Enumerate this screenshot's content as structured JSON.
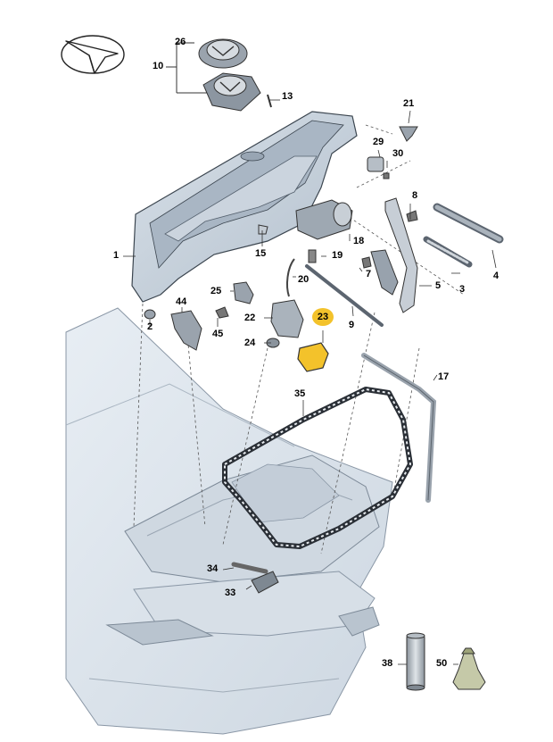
{
  "labels": {
    "p1": "1",
    "p2": "2",
    "p3": "3",
    "p4": "4",
    "p5": "5",
    "p7": "7",
    "p8": "8",
    "p9": "9",
    "p10": "10",
    "p13": "13",
    "p15": "15",
    "p17": "17",
    "p18": "18",
    "p19": "19",
    "p20": "20",
    "p21": "21",
    "p22": "22",
    "p23": "23",
    "p24": "24",
    "p25": "25",
    "p26": "26",
    "p29": "29",
    "p30": "30",
    "p33": "33",
    "p34": "34",
    "p35": "35",
    "p38": "38",
    "p44": "44",
    "p45": "45",
    "p50": "50"
  },
  "highlight": {
    "part": "23",
    "color": "#f3c22b"
  },
  "colors": {
    "car_body": "#dfe6ee",
    "lid": "#c7d2de",
    "outline": "#3c4650",
    "seal": "#2a2f36"
  }
}
